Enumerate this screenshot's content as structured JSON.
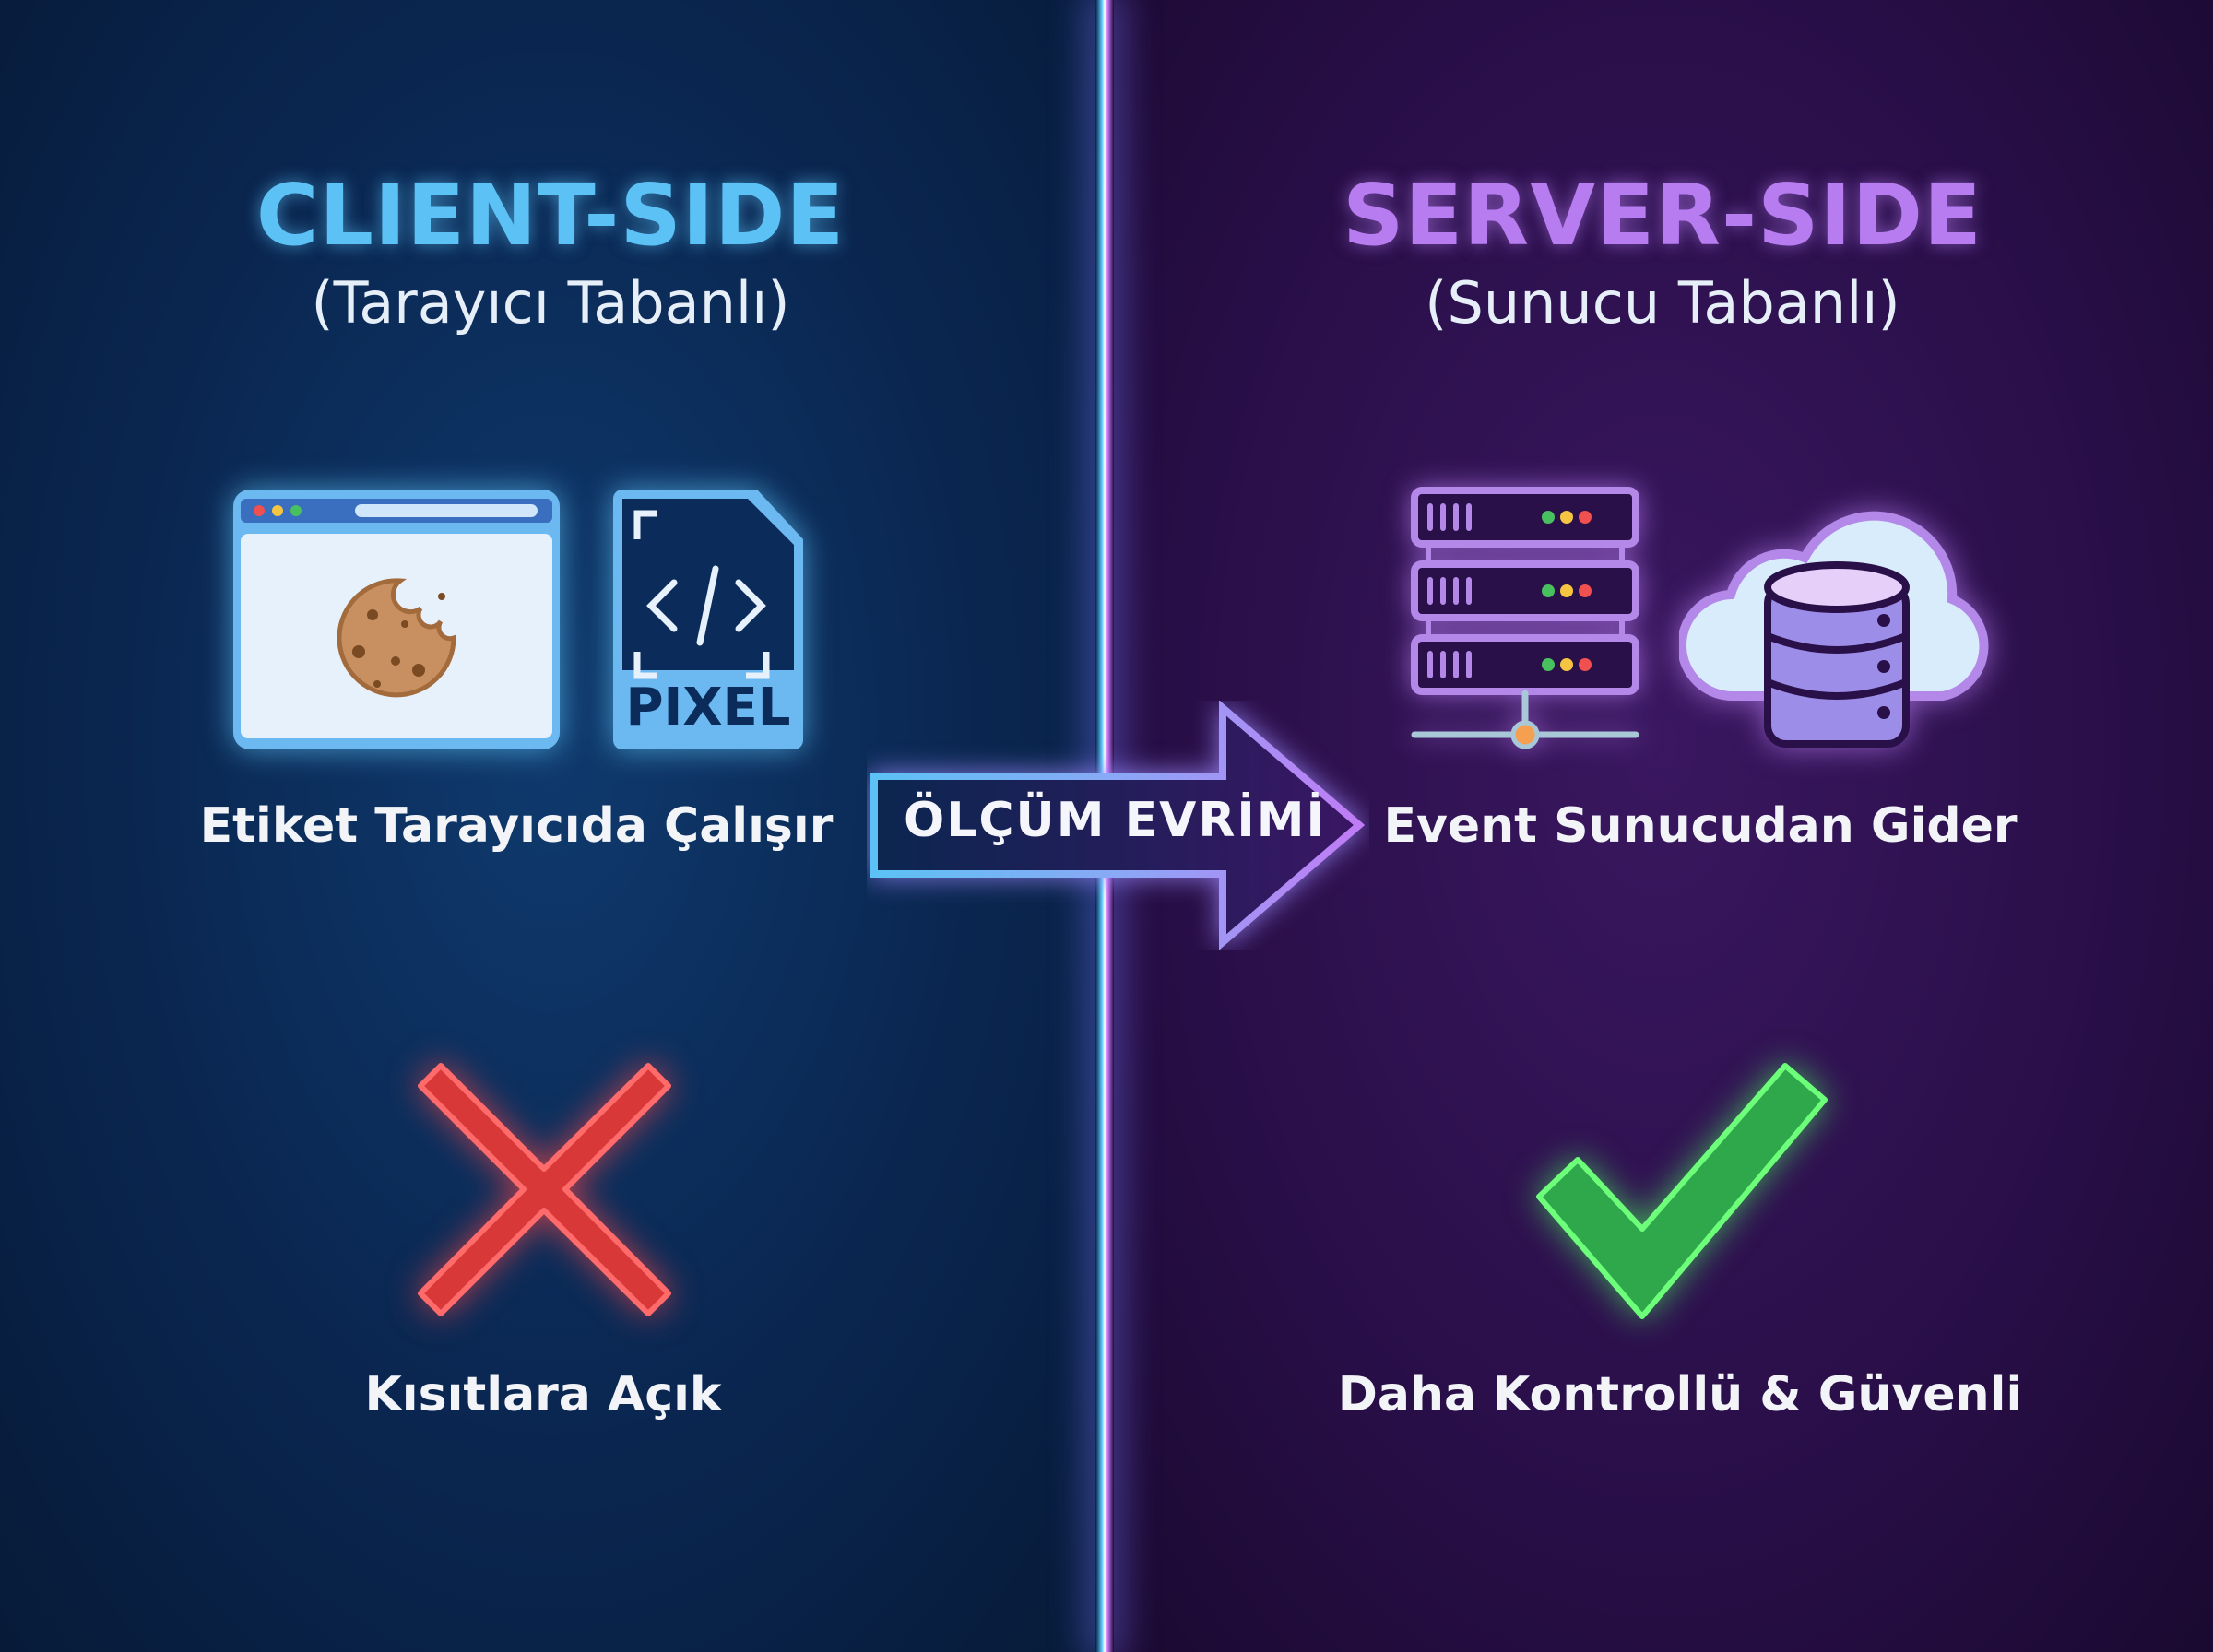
{
  "left": {
    "title": "CLIENT-SIDE",
    "subtitle": "(Tarayıcı Tabanlı)",
    "caption": "Etiket Tarayıcıda Çalışır",
    "pixel_label": "PIXEL",
    "verdict": "Kısıtlara Açık",
    "verdict_icon": "x-mark-icon",
    "accent": "#5cc2f5"
  },
  "right": {
    "title": "SERVER-SIDE",
    "subtitle": "(Sunucu Tabanlı)",
    "caption": "Event Sunucudan Gider",
    "verdict": "Daha Kontrollü & Güvenli",
    "verdict_icon": "check-mark-icon",
    "accent": "#b67cf0"
  },
  "center": {
    "arrow_label": "ÖLÇÜM EVRİMİ"
  }
}
